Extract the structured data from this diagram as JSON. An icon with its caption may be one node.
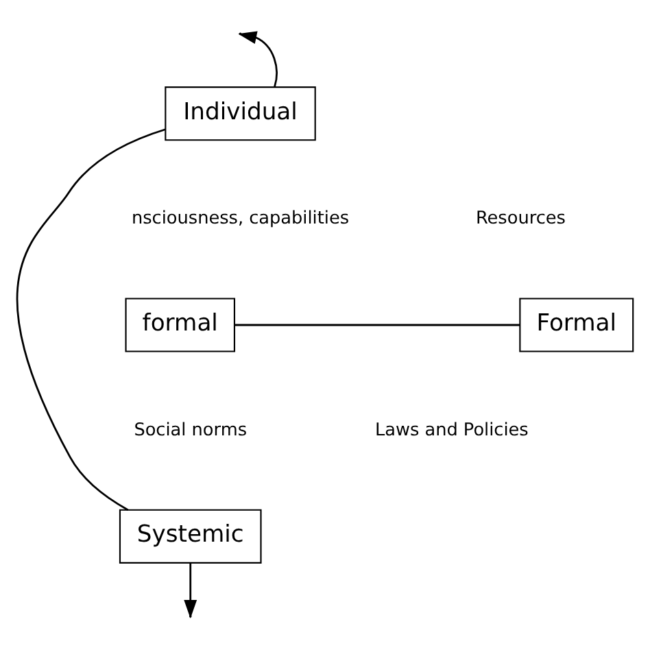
{
  "diagram": {
    "nodes": [
      {
        "text": [
          "Individual"
        ]
      },
      {
        "text": [
          "formal"
        ]
      },
      {
        "text": [
          "Formal"
        ]
      },
      {
        "text": [
          "Systemic"
        ]
      }
    ],
    "edges": [
      {
        "from": 0,
        "to": null,
        "arrow": "to"
      },
      {
        "from": 0,
        "to": 3,
        "arrow": "none"
      },
      {
        "from": 1,
        "to": 2,
        "arrow": "none"
      },
      {
        "from": 3,
        "to": null,
        "arrow": "to"
      }
    ],
    "labels": [
      "nsciousness, capabilities",
      "Resources",
      "Social norms",
      "Laws and Policies"
    ]
  }
}
